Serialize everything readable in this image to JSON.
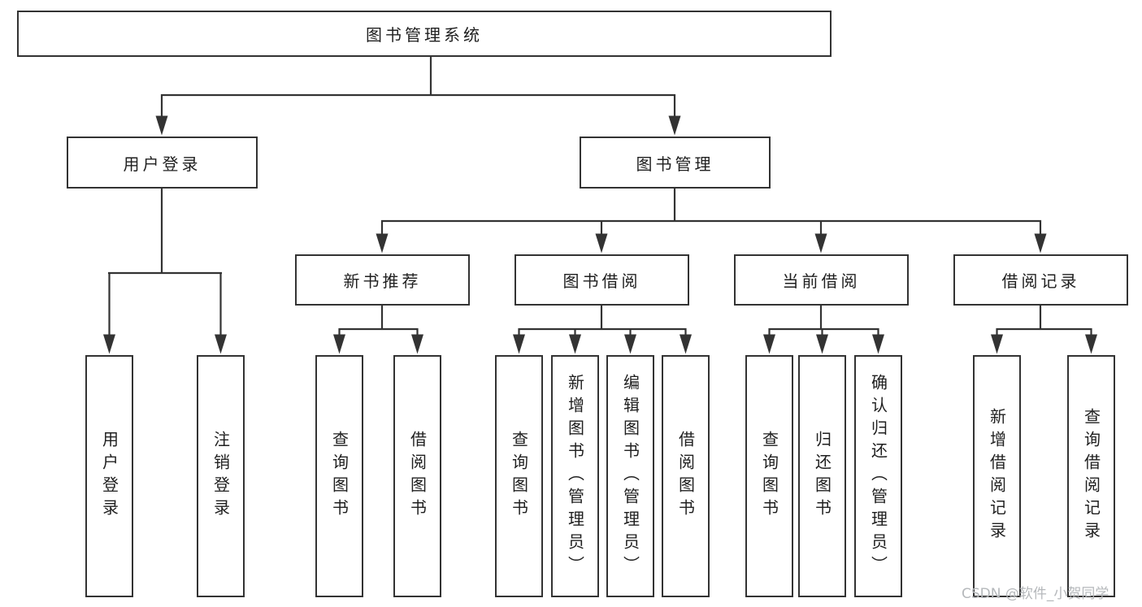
{
  "diagram": {
    "watermark": "CSDN @软件_小贺同学",
    "colors": {
      "line": "#333333",
      "box_border": "#333333",
      "box_background": "#ffffff",
      "text": "#1f1f1f",
      "watermark_text": "#b5b8bb"
    },
    "tree": {
      "root": {
        "label": "图书管理系统"
      },
      "branches": [
        {
          "label": "用户登录",
          "children": [
            {
              "label": "用户登录"
            },
            {
              "label": "注销登录"
            }
          ]
        },
        {
          "label": "图书管理",
          "children": [
            {
              "label": "新书推荐",
              "children": [
                {
                  "label": "查询图书"
                },
                {
                  "label": "借阅图书"
                }
              ]
            },
            {
              "label": "图书借阅",
              "children": [
                {
                  "label": "查询图书"
                },
                {
                  "label": "新增图书（管理员）"
                },
                {
                  "label": "编辑图书（管理员）"
                },
                {
                  "label": "借阅图书"
                }
              ]
            },
            {
              "label": "当前借阅",
              "children": [
                {
                  "label": "查询图书"
                },
                {
                  "label": "归还图书"
                },
                {
                  "label": "确认归还（管理员）"
                }
              ]
            },
            {
              "label": "借阅记录",
              "children": [
                {
                  "label": "新增借阅记录"
                },
                {
                  "label": "查询借阅记录"
                }
              ]
            }
          ]
        }
      ]
    }
  }
}
